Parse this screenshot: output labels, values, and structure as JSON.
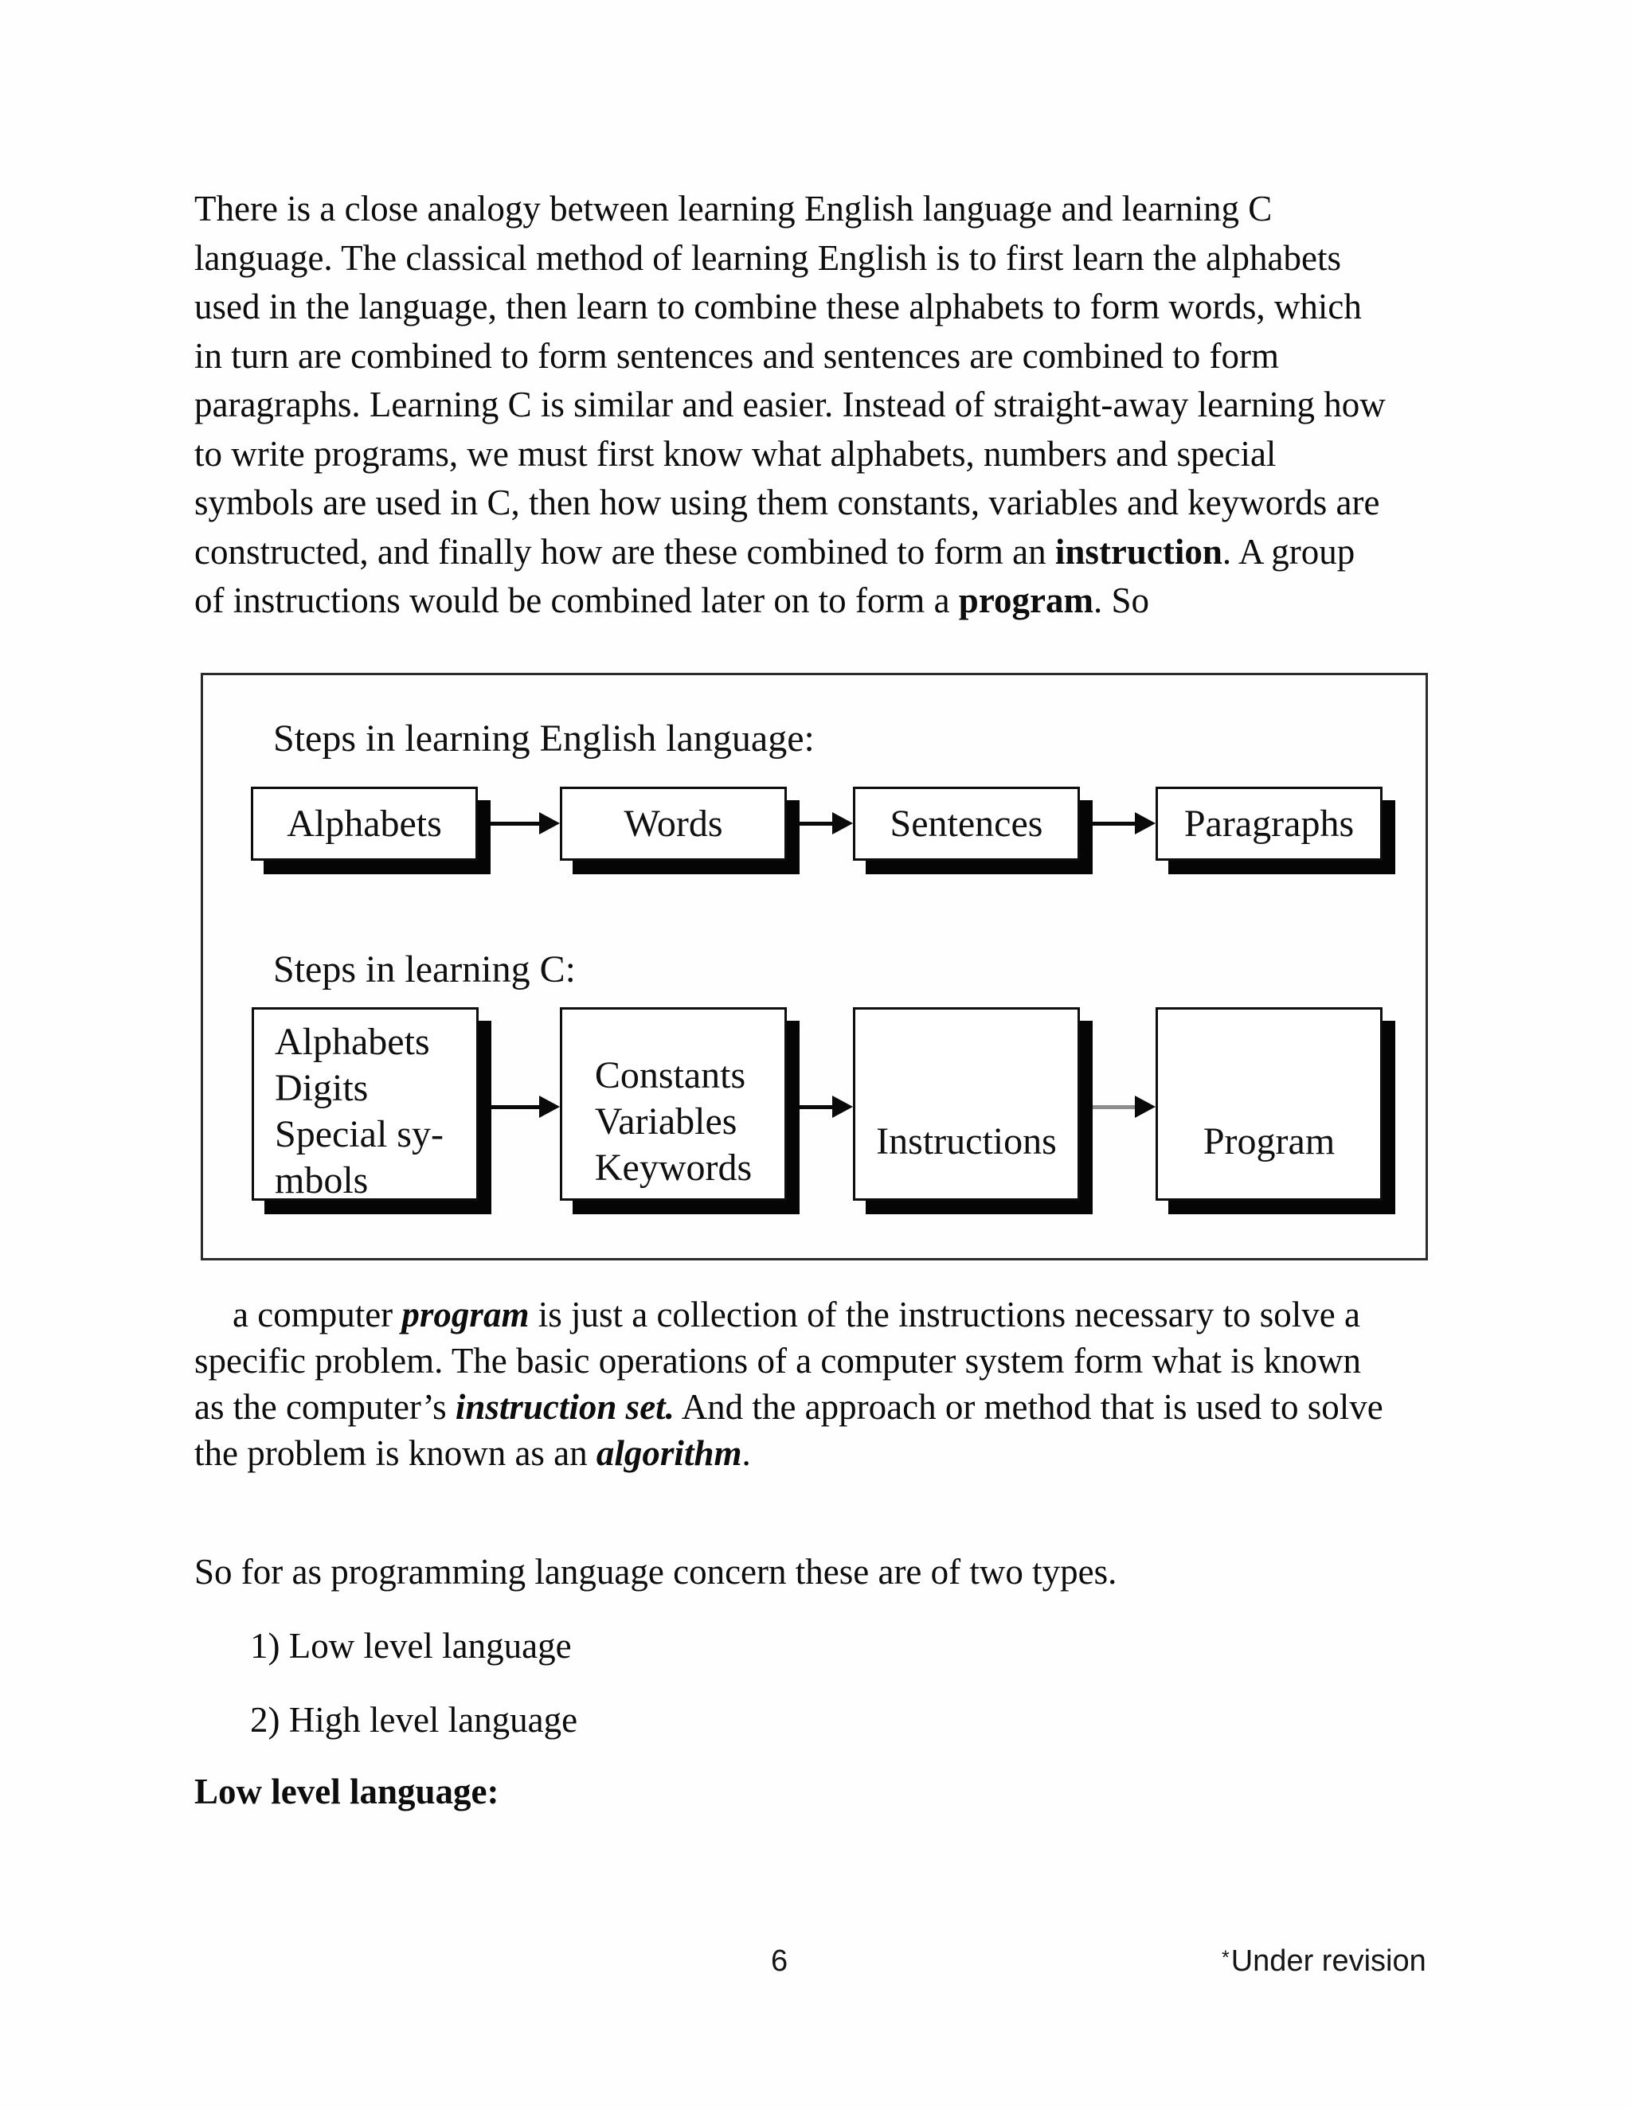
{
  "paragraph1": {
    "lines": [
      {
        "pre": "There is a close analogy between learning English language and learning C"
      },
      {
        "pre": "language. The classical method of learning English is to first learn the alphabets"
      },
      {
        "pre": "used in the language, then learn to combine these alphabets to form words, which"
      },
      {
        "pre": "in turn are combined to form sentences and sentences are combined to form"
      },
      {
        "pre": "paragraphs. Learning C is similar and easier. Instead of straight-away learning how"
      },
      {
        "pre": "to write programs, we must first know what alphabets, numbers and special"
      },
      {
        "pre": "symbols are used in C, then how using them constants, variables and keywords are"
      },
      {
        "pre": "constructed, and finally how are these combined to form an ",
        "bold": "instruction",
        "post": ". A group"
      },
      {
        "pre": "of instructions would be combined later on to form a ",
        "bold": "program",
        "post": ". So"
      }
    ]
  },
  "diagram": {
    "english": {
      "title": "Steps in learning English language:",
      "boxes": [
        {
          "lines": [
            "Alphabets"
          ]
        },
        {
          "lines": [
            "Words"
          ]
        },
        {
          "lines": [
            "Sentences"
          ]
        },
        {
          "lines": [
            "Paragraphs"
          ]
        }
      ]
    },
    "c": {
      "title": "Steps in learning C:",
      "boxes": [
        {
          "lines": [
            "Alphabets",
            "Digits",
            "Special sy-",
            "mbols"
          ]
        },
        {
          "lines": [
            "Constants",
            "Variables",
            "Keywords"
          ]
        },
        {
          "lines": [
            "Instructions"
          ]
        },
        {
          "lines": [
            "Program"
          ]
        }
      ]
    }
  },
  "paragraph2": {
    "lines": [
      {
        "pre": "a computer ",
        "bi": "program",
        "post": " is just a collection of the instructions necessary to solve a"
      },
      {
        "pre": "specific problem. The basic operations of a computer system form what is known"
      },
      {
        "pre": "as the computer’s ",
        "bi": "instruction set.",
        "post": " And the approach or method that is used to solve"
      },
      {
        "pre": "the problem is known as an ",
        "bi": "algorithm",
        "post": "."
      }
    ]
  },
  "section": {
    "intro": "So for as programming language concern these are of two types.",
    "items": [
      "1) Low level language",
      "2) High level language"
    ],
    "heading": "Low level language:"
  },
  "footer": {
    "page_number": "6",
    "note_marker": "*",
    "note_text": "Under revision"
  }
}
